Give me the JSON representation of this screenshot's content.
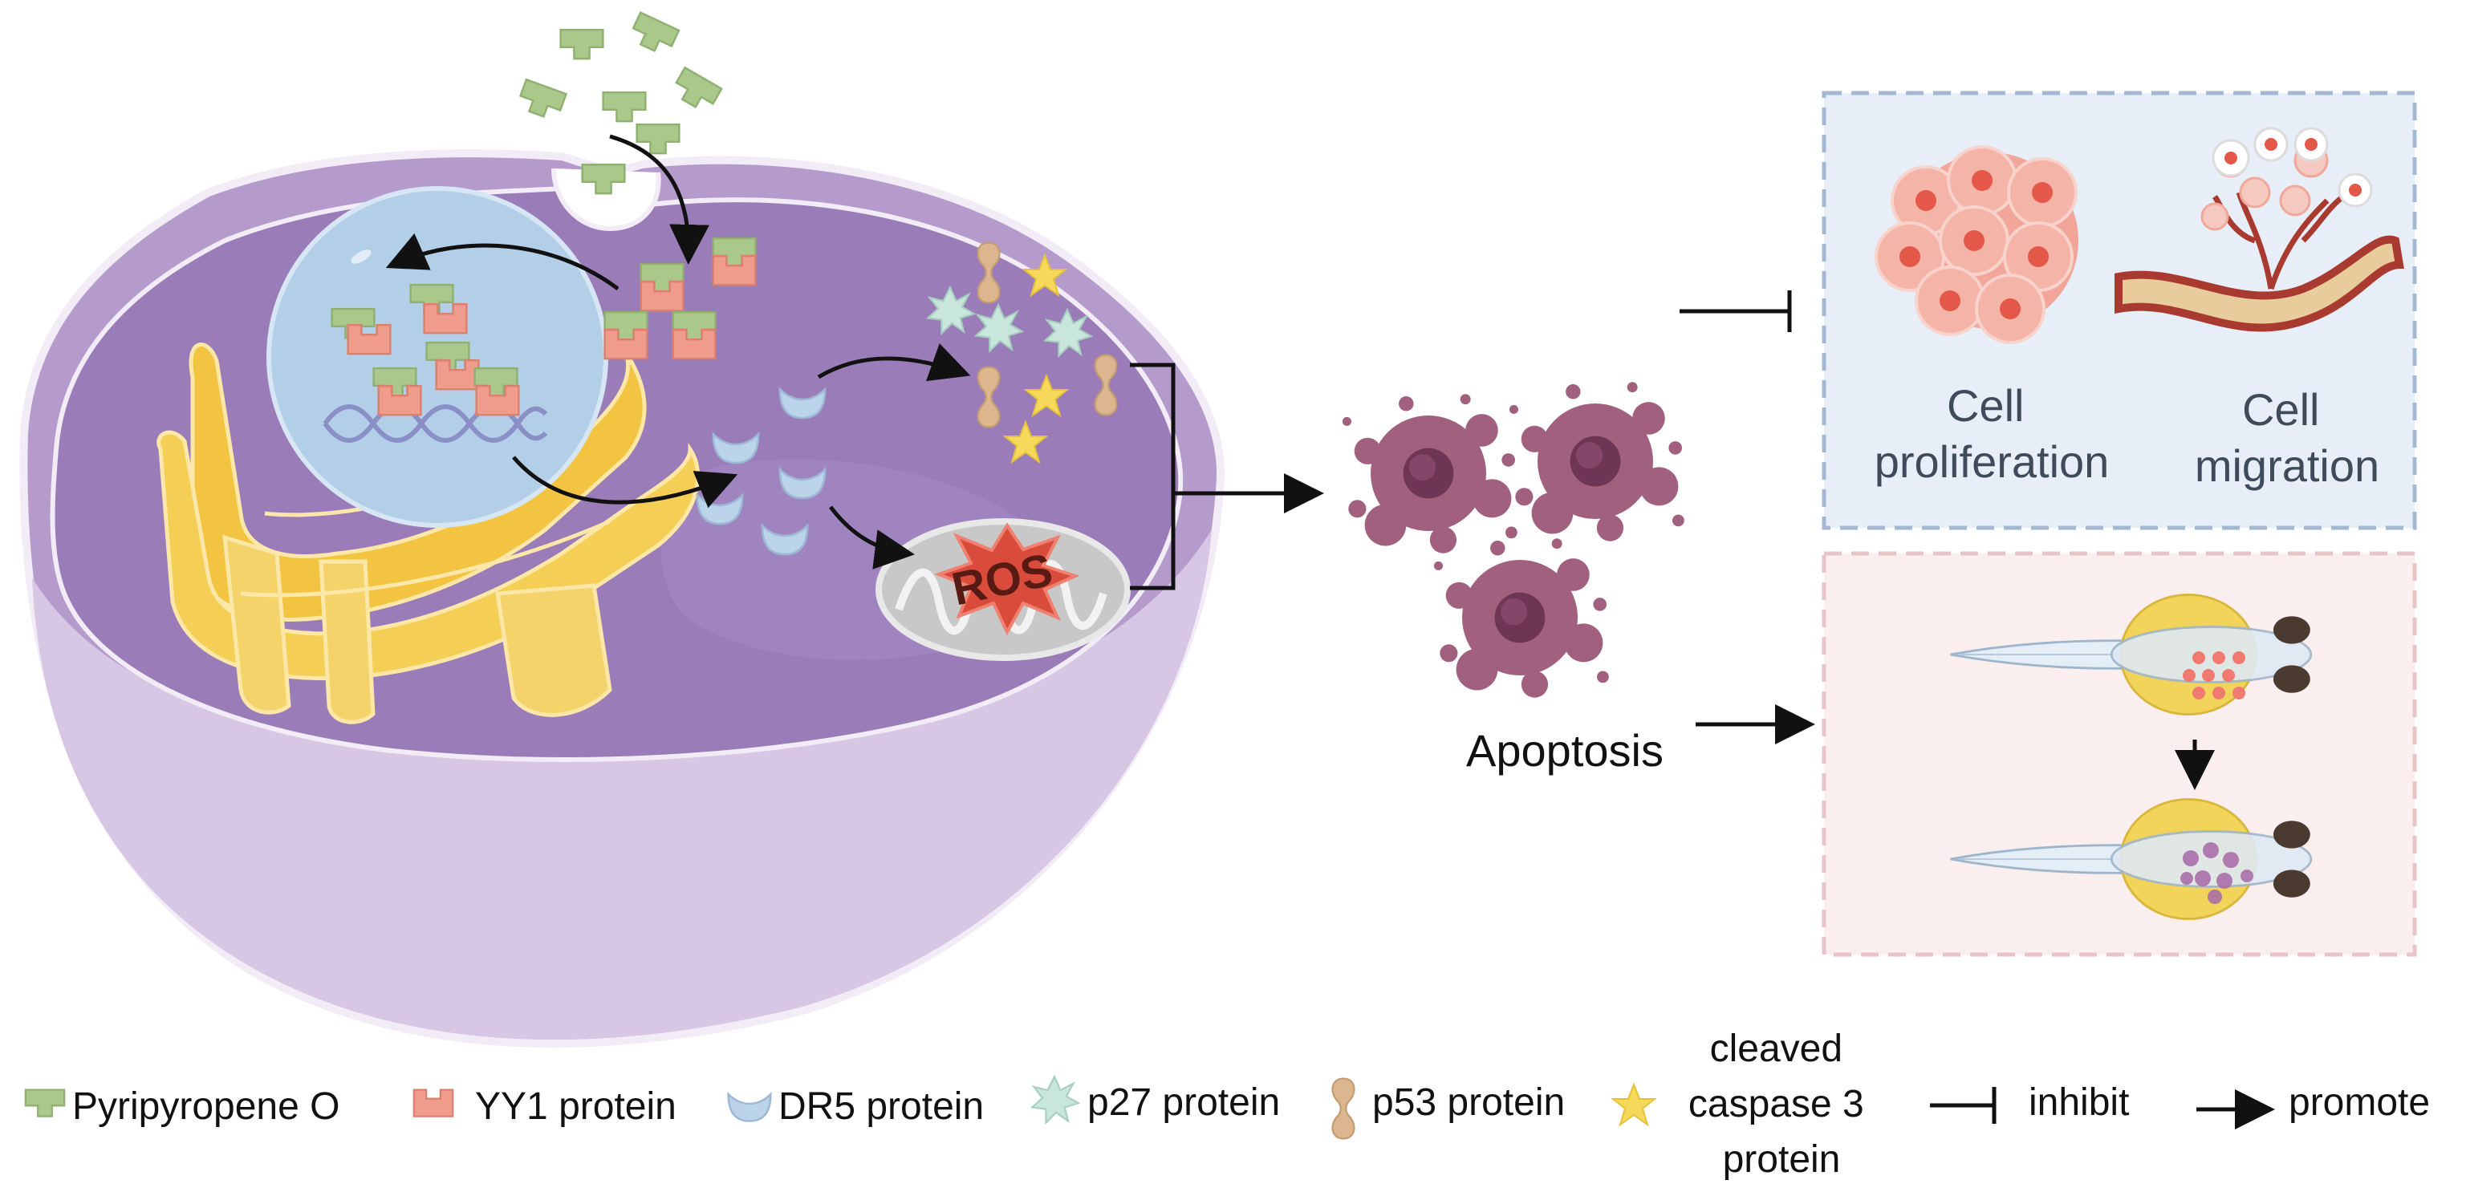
{
  "labels": {
    "ros": "ROS",
    "apoptosis": "Apoptosis",
    "cell_proliferation": [
      "Cell",
      "proliferation"
    ],
    "cell_migration": [
      "Cell",
      "migration"
    ]
  },
  "legend": [
    {
      "icon": "pyripyropene-o-icon",
      "label": "Pyripyropene O"
    },
    {
      "icon": "yy1-protein-icon",
      "label": "YY1 protein"
    },
    {
      "icon": "dr5-protein-icon",
      "label": "DR5 protein"
    },
    {
      "icon": "p27-protein-icon",
      "label": "p27 protein"
    },
    {
      "icon": "p53-protein-icon",
      "label": "p53 protein"
    },
    {
      "icon": "cleaved-caspase-3-icon",
      "label": [
        "cleaved",
        "caspase 3",
        "protein"
      ]
    },
    {
      "icon": "inhibit-arrow-icon",
      "label": "inhibit"
    },
    {
      "icon": "promote-arrow-icon",
      "label": "promote"
    }
  ],
  "colors": {
    "cell_membrane": "#a88cc0",
    "cytoplasm": "#9a7cb8",
    "nucleus": "#b3cfe8",
    "golgi": "#f2c442",
    "drug": "#a9c88a",
    "yy1": "#ef9c8c",
    "dr5": "#bcd4ea",
    "p27": "#c9e6dc",
    "p53": "#dcb68e",
    "caspase": "#f6d95a",
    "apoptotic_cell": "#a0607e",
    "panel_inhibit_bg": "#e8eef7",
    "panel_inhibit_border": "#a5b8d3",
    "panel_promote_bg": "#fbeeee",
    "panel_promote_border": "#e8c4c8"
  }
}
